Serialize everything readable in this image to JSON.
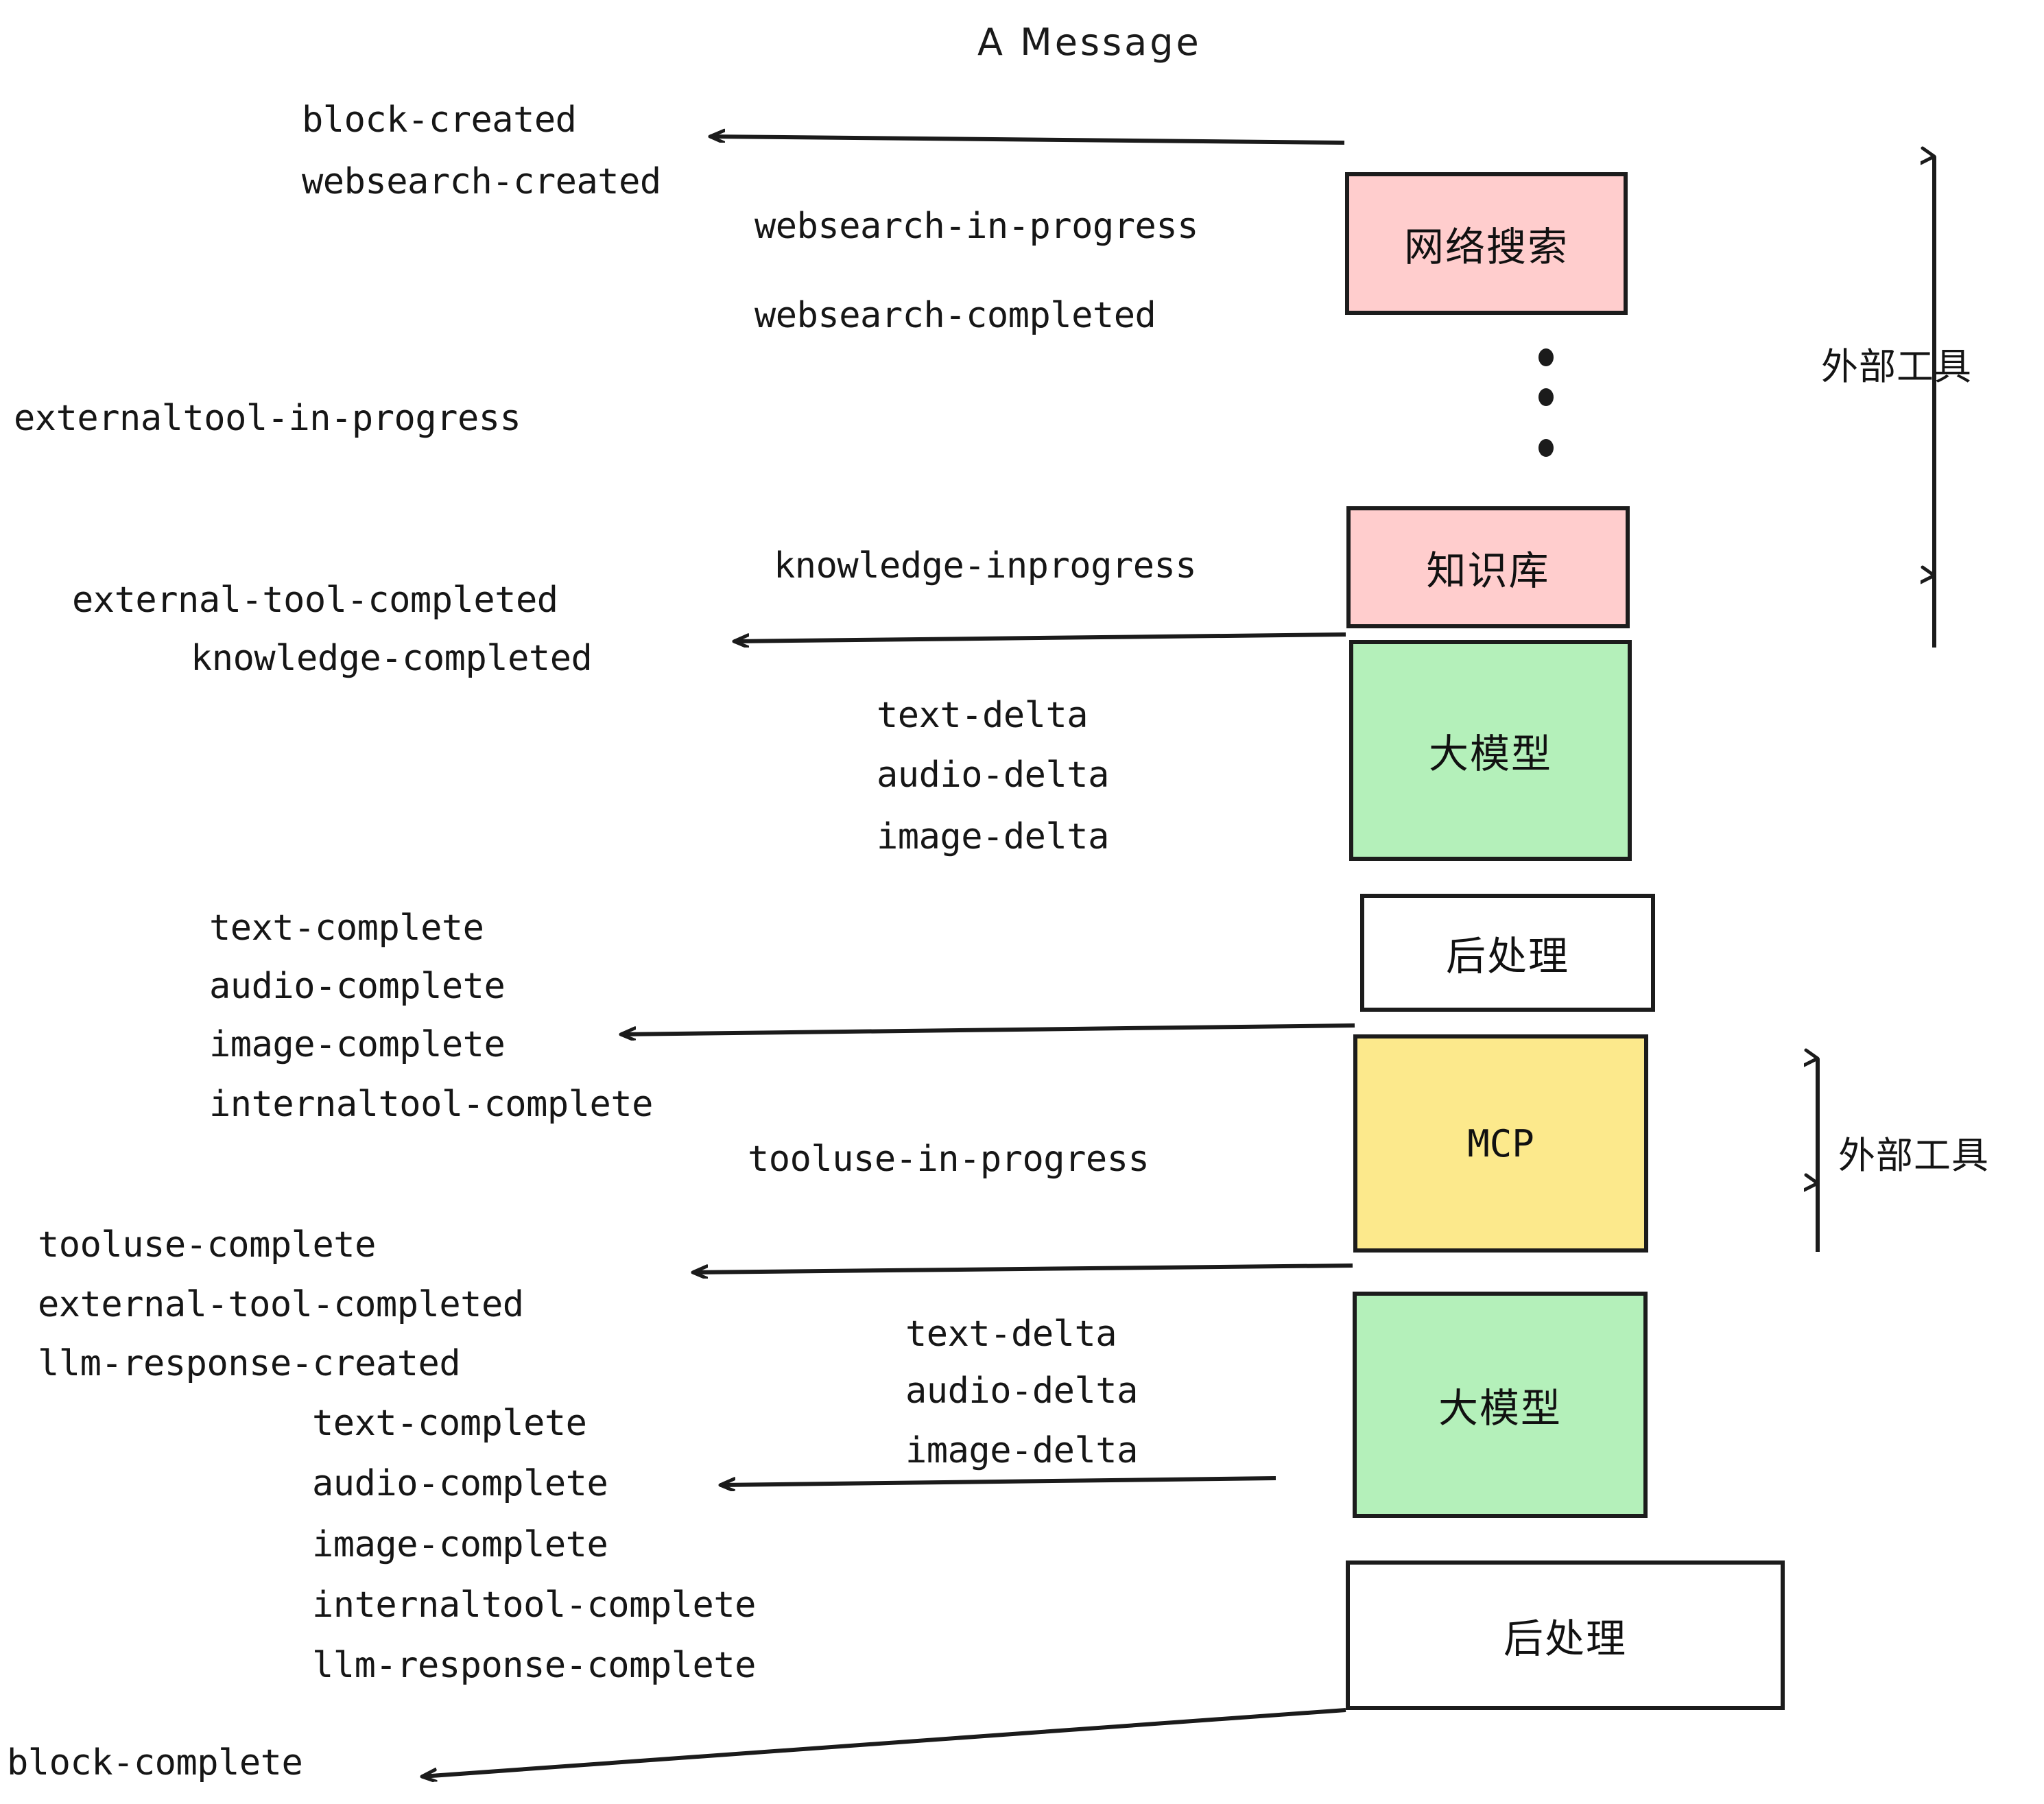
{
  "diagram": {
    "title": "A Message",
    "colors": {
      "external_tool_fill": "#ffcdcd",
      "llm_fill": "#b4f0ba",
      "mcp_fill": "#fce98c",
      "postprocess_fill": "#ffffff",
      "stroke": "#1c1c1c",
      "text": "#161616",
      "background": "#ffffff"
    },
    "nodes": [
      {
        "id": "websearch",
        "label": "网络搜索",
        "kind": "external-tool"
      },
      {
        "id": "knowledge",
        "label": "知识库",
        "kind": "external-tool"
      },
      {
        "id": "llm-1",
        "label": "大模型",
        "kind": "llm"
      },
      {
        "id": "postprocess-1",
        "label": "后处理",
        "kind": "postprocess"
      },
      {
        "id": "mcp",
        "label": "MCP",
        "kind": "mcp"
      },
      {
        "id": "llm-2",
        "label": "大模型",
        "kind": "llm"
      },
      {
        "id": "postprocess-2",
        "label": "后处理",
        "kind": "postprocess"
      }
    ],
    "side_labels": [
      {
        "id": "external-tool-range-top",
        "label": "外部工具"
      },
      {
        "id": "external-tool-range-bottom",
        "label": "外部工具"
      }
    ],
    "events": [
      {
        "id": "e01",
        "text": "block-created"
      },
      {
        "id": "e02",
        "text": "websearch-created"
      },
      {
        "id": "e03",
        "text": "websearch-in-progress"
      },
      {
        "id": "e04",
        "text": "websearch-completed"
      },
      {
        "id": "e05",
        "text": "externaltool-in-progress"
      },
      {
        "id": "e06",
        "text": "knowledge-inprogress"
      },
      {
        "id": "e07",
        "text": "external-tool-completed"
      },
      {
        "id": "e08",
        "text": "knowledge-completed"
      },
      {
        "id": "e09",
        "text": "text-delta"
      },
      {
        "id": "e10",
        "text": "audio-delta"
      },
      {
        "id": "e11",
        "text": "image-delta"
      },
      {
        "id": "e12",
        "text": "text-complete"
      },
      {
        "id": "e13",
        "text": "audio-complete"
      },
      {
        "id": "e14",
        "text": "image-complete"
      },
      {
        "id": "e15",
        "text": "internaltool-complete"
      },
      {
        "id": "e16",
        "text": "tooluse-in-progress"
      },
      {
        "id": "e17",
        "text": "tooluse-complete"
      },
      {
        "id": "e18",
        "text": "external-tool-completed"
      },
      {
        "id": "e19",
        "text": "llm-response-created"
      },
      {
        "id": "e20",
        "text": "text-delta"
      },
      {
        "id": "e21",
        "text": "audio-delta"
      },
      {
        "id": "e22",
        "text": "image-delta"
      },
      {
        "id": "e23",
        "text": "text-complete"
      },
      {
        "id": "e24",
        "text": "audio-complete"
      },
      {
        "id": "e25",
        "text": "image-complete"
      },
      {
        "id": "e26",
        "text": "internaltool-complete"
      },
      {
        "id": "e27",
        "text": "llm-response-complete"
      },
      {
        "id": "e28",
        "text": "block-complete"
      }
    ]
  }
}
